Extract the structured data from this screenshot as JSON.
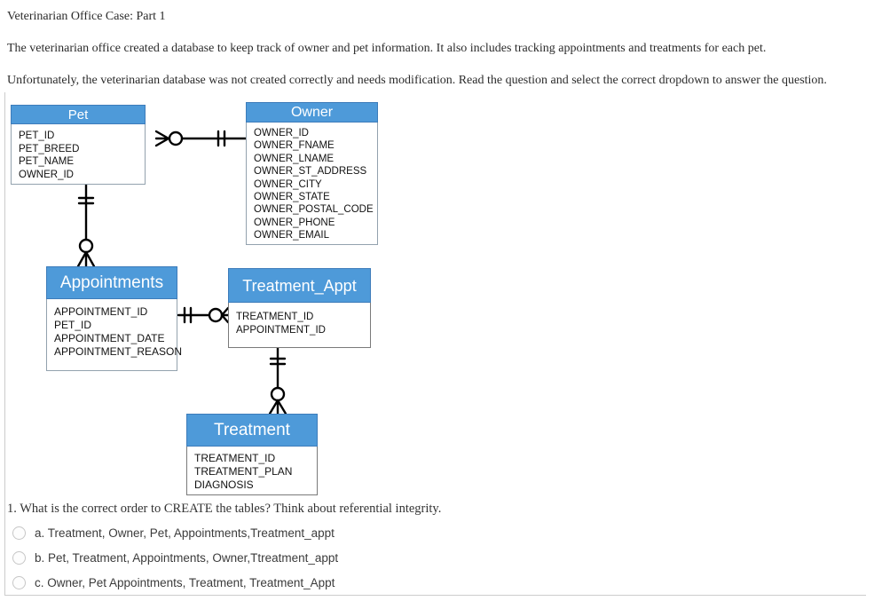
{
  "page": {
    "title": "Veterinarian Office Case: Part 1",
    "intro1": "The veterinarian office created a database to keep track of owner and pet information. It also includes tracking appointments and treatments for each pet.",
    "intro2": "Unfortunately, the veterinarian database was not created correctly and needs modification. Read the question and select the correct dropdown to answer the question."
  },
  "colors": {
    "table_header_blue": "#4e9ad9",
    "table_header_border": "#3d7cba",
    "table_body_border": "#93a2ae",
    "connector_line": "#000000",
    "frame_border": "#cccccc"
  },
  "diagram": {
    "tables": [
      {
        "name": "Pet",
        "fields": [
          "PET_ID",
          "PET_BREED",
          "PET_NAME",
          "OWNER_ID"
        ]
      },
      {
        "name": "Owner",
        "fields": [
          "OWNER_ID",
          "OWNER_FNAME",
          "OWNER_LNAME",
          "OWNER_ST_ADDRESS",
          "OWNER_CITY",
          "OWNER_STATE",
          "OWNER_POSTAL_CODE",
          "OWNER_PHONE",
          "OWNER_EMAIL"
        ]
      },
      {
        "name": "Appointments",
        "fields": [
          "APPOINTMENT_ID",
          "PET_ID",
          "APPOINTMENT_DATE",
          "APPOINTMENT_REASON"
        ]
      },
      {
        "name": "Treatment_Appt",
        "fields": [
          "TREATMENT_ID",
          "APPOINTMENT_ID"
        ]
      },
      {
        "name": "Treatment",
        "fields": [
          "TREATMENT_ID",
          "TREATMENT_PLAN",
          "DIAGNOSIS"
        ]
      }
    ],
    "relationships": [
      {
        "from": "Pet",
        "to": "Owner",
        "from_cardinality": "zero-or-many",
        "to_cardinality": "one-and-only-one"
      },
      {
        "from": "Pet",
        "to": "Appointments",
        "from_cardinality": "one-and-only-one",
        "to_cardinality": "zero-or-many"
      },
      {
        "from": "Appointments",
        "to": "Treatment_Appt",
        "from_cardinality": "one-and-only-one",
        "to_cardinality": "zero-or-many"
      },
      {
        "from": "Treatment_Appt",
        "to": "Treatment",
        "from_cardinality": "one-and-only-one",
        "to_cardinality": "zero-or-many"
      }
    ]
  },
  "question": {
    "text": "1. What is the correct order to CREATE the tables? Think about referential integrity.",
    "options": [
      {
        "key": "a",
        "label": "a. Treatment, Owner, Pet, Appointments,Treatment_appt",
        "selected": false
      },
      {
        "key": "b",
        "label": "b. Pet, Treatment, Appointments, Owner,Ttreatment_appt",
        "selected": false
      },
      {
        "key": "c",
        "label": "c. Owner, Pet Appointments, Treatment, Treatment_Appt",
        "selected": false
      }
    ]
  }
}
